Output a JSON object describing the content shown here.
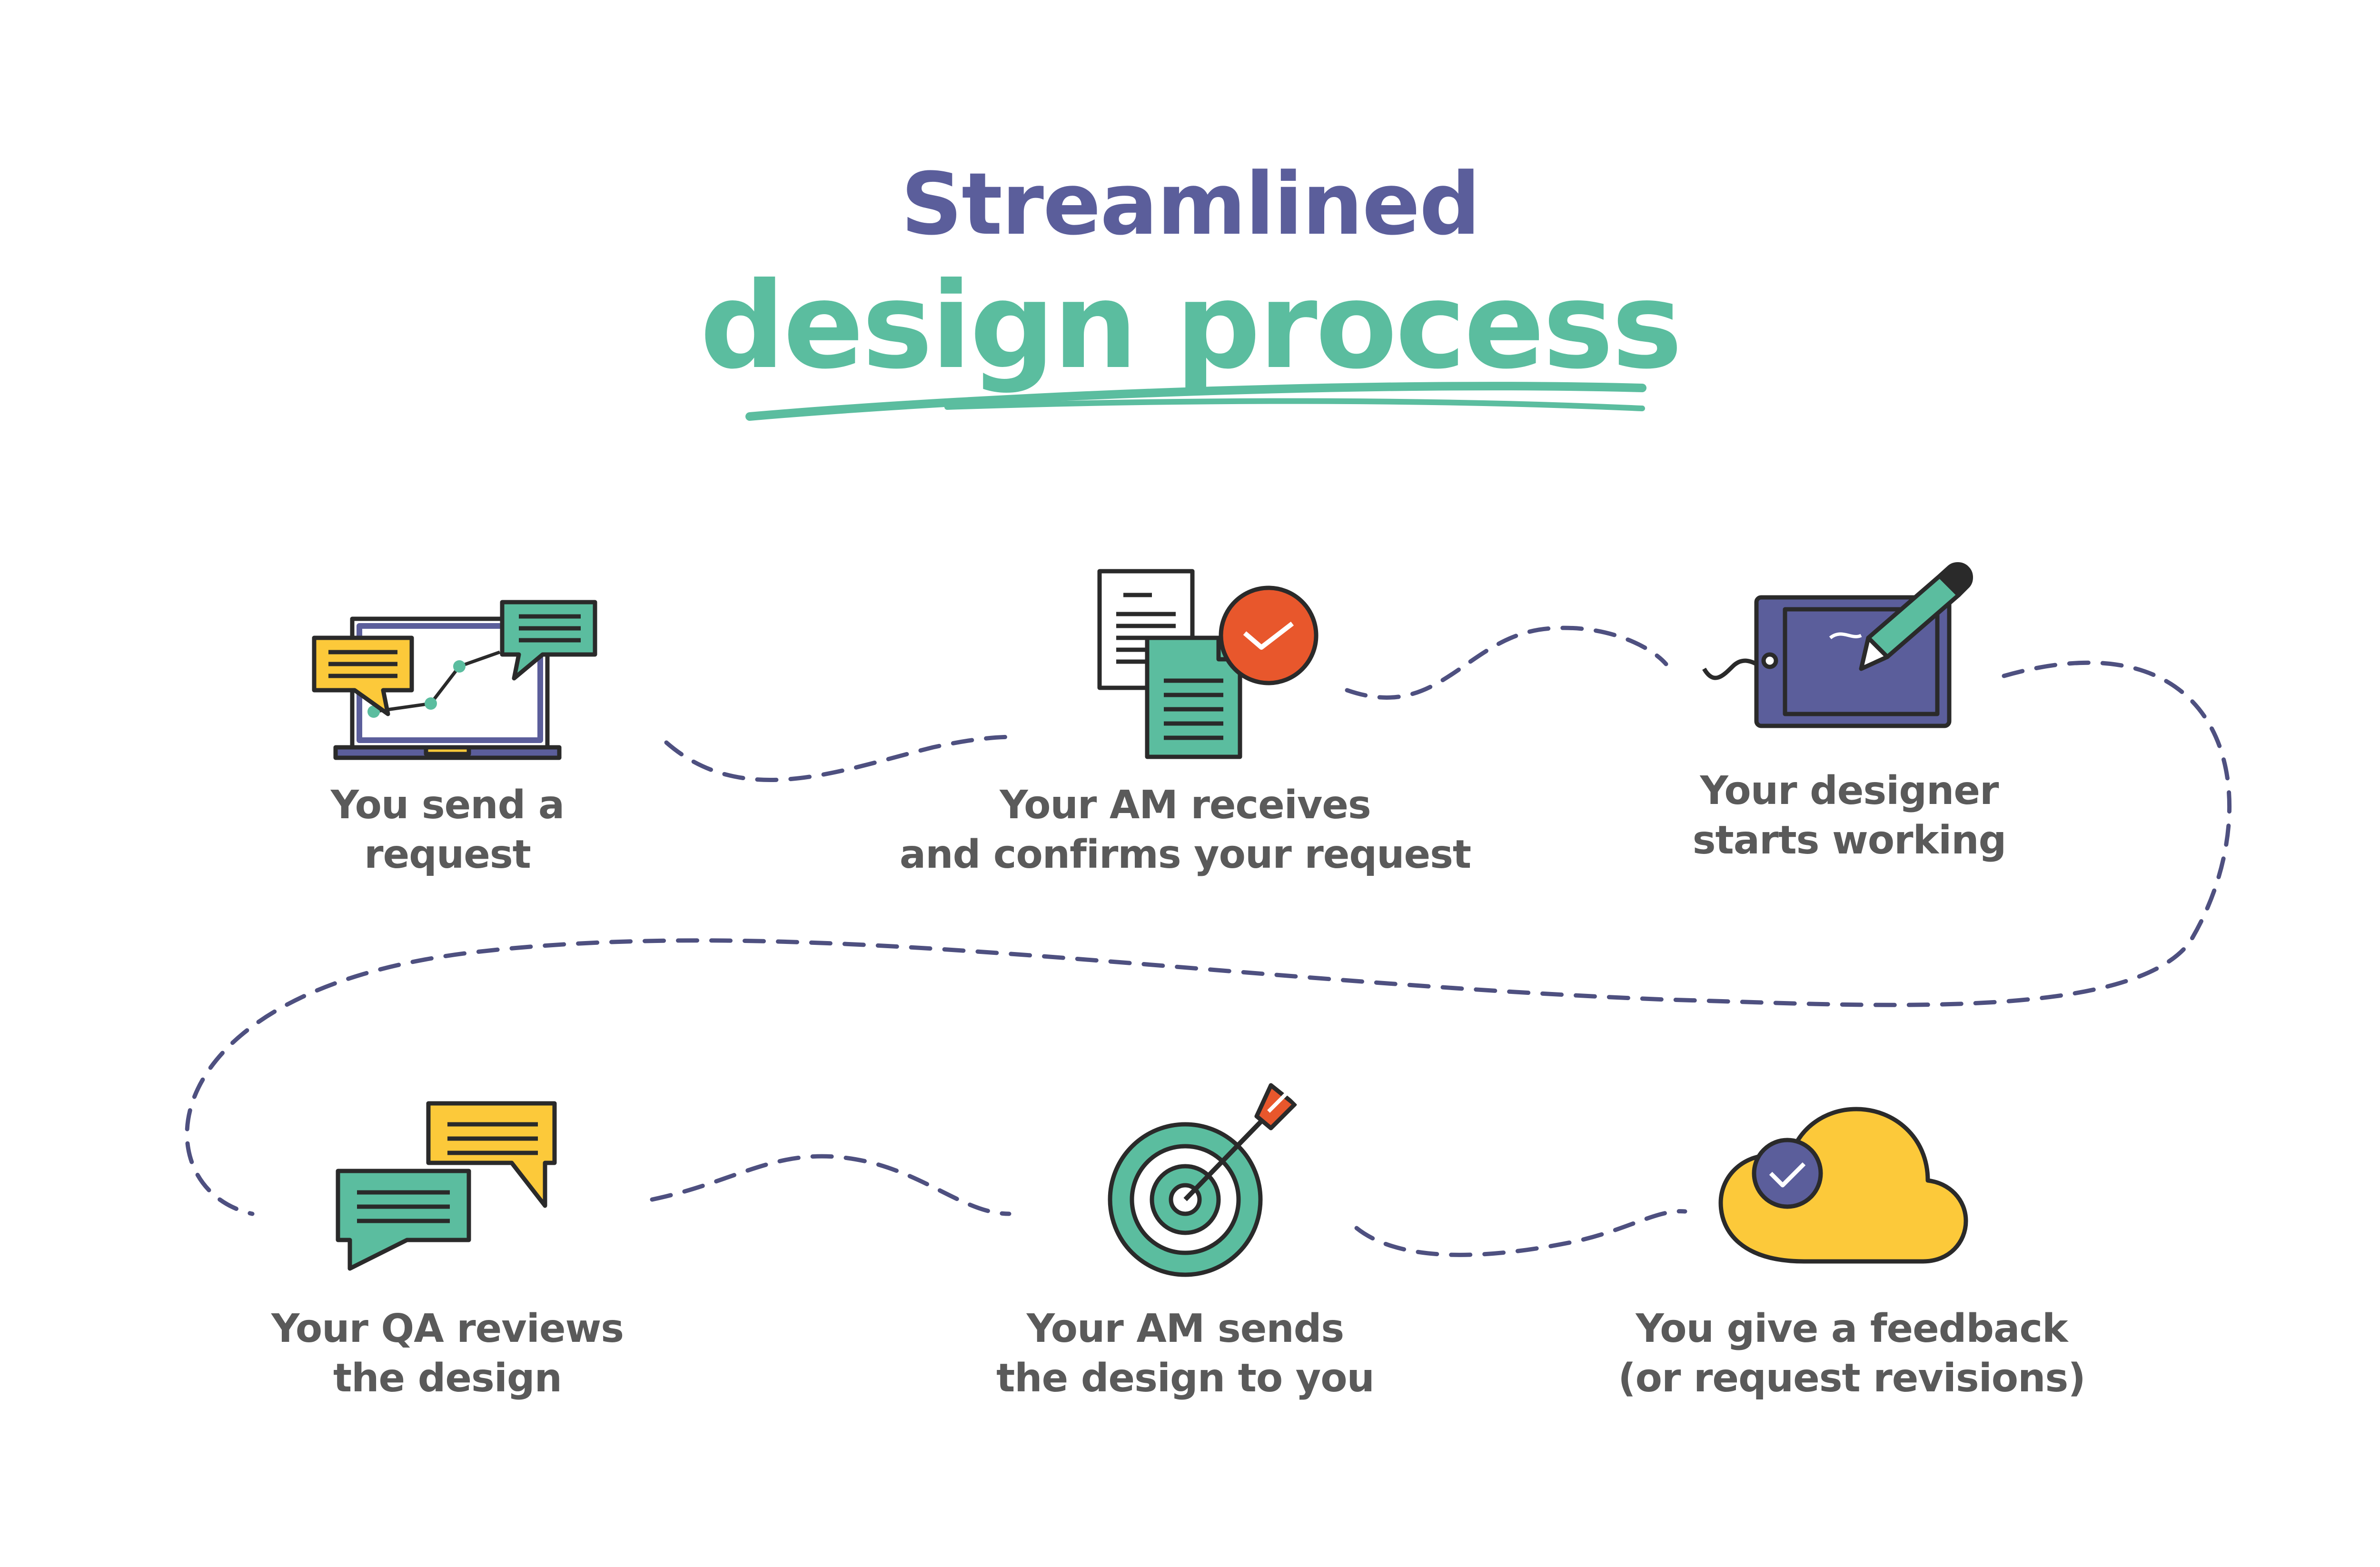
{
  "title": {
    "line1": "Streamlined",
    "line2": "design process"
  },
  "steps": [
    {
      "line1": "You send a",
      "line2": "request"
    },
    {
      "line1": "Your AM receives",
      "line2": "and confirms your request"
    },
    {
      "line1": "Your designer",
      "line2": "starts working"
    },
    {
      "line1": "Your QA reviews",
      "line2": "the design"
    },
    {
      "line1": "Your AM sends",
      "line2": "the design to you"
    },
    {
      "line1": "You give a feedback",
      "line2": "(or request revisions)"
    }
  ],
  "icons": [
    "laptop-chat-icon",
    "documents-check-icon",
    "drawing-tablet-icon",
    "chat-bubbles-icon",
    "target-arrow-icon",
    "cloud-check-icon"
  ],
  "colors": {
    "title_purple": "#5b5e9b",
    "title_teal": "#5bbd9f",
    "label_gray": "#5a5a5a",
    "teal": "#5bbd9f",
    "yellow": "#fcc93a",
    "purple": "#5b5e9b",
    "orange": "#e8572c",
    "outline": "#2a2a2a",
    "dash": "#4e5080"
  }
}
